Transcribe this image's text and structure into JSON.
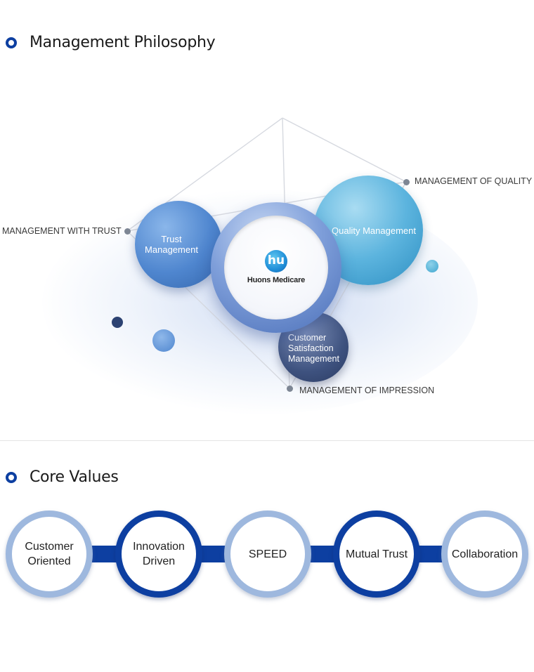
{
  "management_philosophy": {
    "title": "Management Philosophy",
    "center_logo": {
      "mark": "hu",
      "name": "Huons Medicare"
    },
    "bubbles": {
      "trust": "Trust Management",
      "quality": "Quality Management",
      "customer": "Customer Satisfaction Management"
    },
    "labels": {
      "quality": "MANAGEMENT OF QUALITY",
      "trust": "MANAGEMENT WITH TRUST",
      "impression": "MANAGEMENT OF IMPRESSION"
    }
  },
  "core_values": {
    "title": "Core Values",
    "items": [
      {
        "label": "Customer Oriented",
        "style": "light"
      },
      {
        "label": "Innovation Driven",
        "style": "dark"
      },
      {
        "label": "SPEED",
        "style": "light"
      },
      {
        "label": "Mutual Trust",
        "style": "dark"
      },
      {
        "label": "Collaboration",
        "style": "light"
      }
    ]
  },
  "colors": {
    "brand_navy": "#0d3fa1",
    "light_ring": "#9eb8de",
    "quality_blue": "#5cb4de",
    "trust_blue": "#4f86cf",
    "customer_navy": "#3e527f"
  }
}
